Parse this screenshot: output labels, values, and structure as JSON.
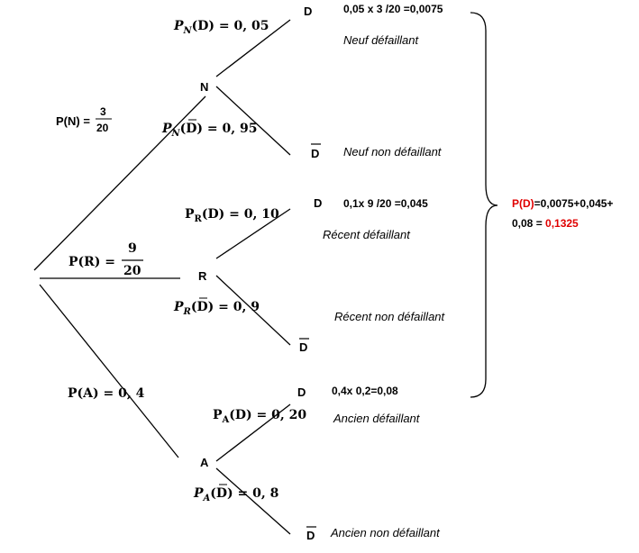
{
  "nodes": {
    "n": "N",
    "r": "R",
    "a": "A",
    "d": "D",
    "dbar": "D"
  },
  "first_level": {
    "pn_label": "P(N) =",
    "pn_num": "3",
    "pn_den": "20",
    "pr_label": "P(R) =",
    "pr_num": "9",
    "pr_den": "20",
    "pa_label": "P(A) = 0, 4"
  },
  "second_level": {
    "pn_d_p": "P",
    "pn_d_sub": "N",
    "pn_d_rest": "(D) = 0, 05",
    "pn_dbar_p": "P",
    "pn_dbar_sub": "N",
    "pn_dbar_arg": "(D)",
    "pn_dbar_rest": " = 0, 95",
    "pr_d_p": "P",
    "pr_d_sub": "R",
    "pr_d_rest": "(D) = 0, 10",
    "pr_dbar_p": "P",
    "pr_dbar_sub": "R",
    "pr_dbar_arg": "(D)",
    "pr_dbar_rest": " = 0, 9",
    "pa_d_p": "P",
    "pa_d_sub": "A",
    "pa_d_rest": "(D) = 0, 20",
    "pa_dbar_p": "P",
    "pa_dbar_sub": "A",
    "pa_dbar_arg": "(D)",
    "pa_dbar_rest": " = 0, 8"
  },
  "products": {
    "n": "0,05 x 3 /20 =0,0075",
    "r": "0,1x 9 /20 =0,045",
    "a": "0,4x 0,2=0,08"
  },
  "descriptions": {
    "neuf_def": "Neuf défaillant",
    "neuf_non": "Neuf non défaillant",
    "recent_def": "Récent défaillant",
    "recent_non": "Récent non défaillant",
    "ancien_def": "Ancien défaillant",
    "ancien_non": "Ancien non défaillant"
  },
  "total": {
    "pd": "P(D)",
    "expr1": "=0,0075+0,045+",
    "expr2": "0,08 = ",
    "result": "0,1325"
  },
  "colors": {
    "highlight": "#e00000"
  }
}
